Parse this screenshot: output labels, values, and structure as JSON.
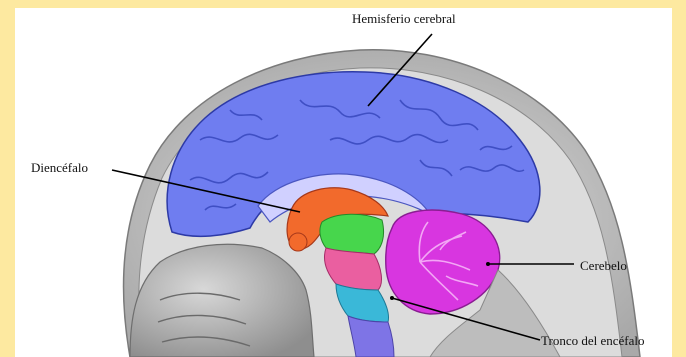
{
  "diagram": {
    "labels": {
      "hemisferio": "Hemisferio cerebral",
      "diencefalo": "Diencéfalo",
      "cerebelo": "Cerebelo",
      "tronco": "Tronco del encéfalo"
    },
    "colors": {
      "frame": "#fde9a0",
      "background": "#ffffff",
      "hemisferio": "#6f7df0",
      "hemisferio_fold": "#3f4fc4",
      "diencefalo": "#f26a2c",
      "cerebelo": "#d836e0",
      "cerebelo_inner": "#f3a7f5",
      "tronco_green": "#47d64c",
      "tronco_pink": "#ea5fa0",
      "tronco_cyan": "#3ab8d8",
      "tronco_violet": "#7e74e6",
      "skull": "#c8c8c8",
      "tissue": "#9a9a9a",
      "leader": "#000000"
    }
  }
}
